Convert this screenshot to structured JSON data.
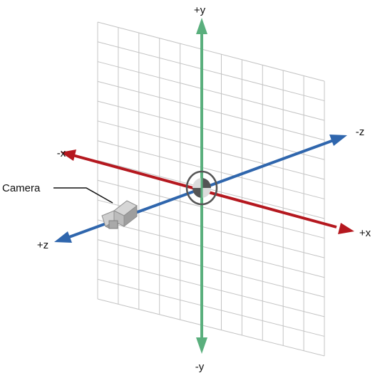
{
  "labels": {
    "y_pos": "+y",
    "y_neg": "-y",
    "x_pos": "+x",
    "x_neg": "-x",
    "z_pos": "+z",
    "z_neg": "-z",
    "camera": "Camera"
  },
  "colors": {
    "x_axis": "#b5181f",
    "y_axis": "#5aaf7d",
    "z_axis": "#2f66ad",
    "grid": "#c4c4c4",
    "camera_body": "#c2c2c2",
    "camera_shade": "#8f8f8f",
    "origin_ring": "#555555"
  },
  "icons": [
    "camera-icon",
    "origin-rotation-icon"
  ]
}
